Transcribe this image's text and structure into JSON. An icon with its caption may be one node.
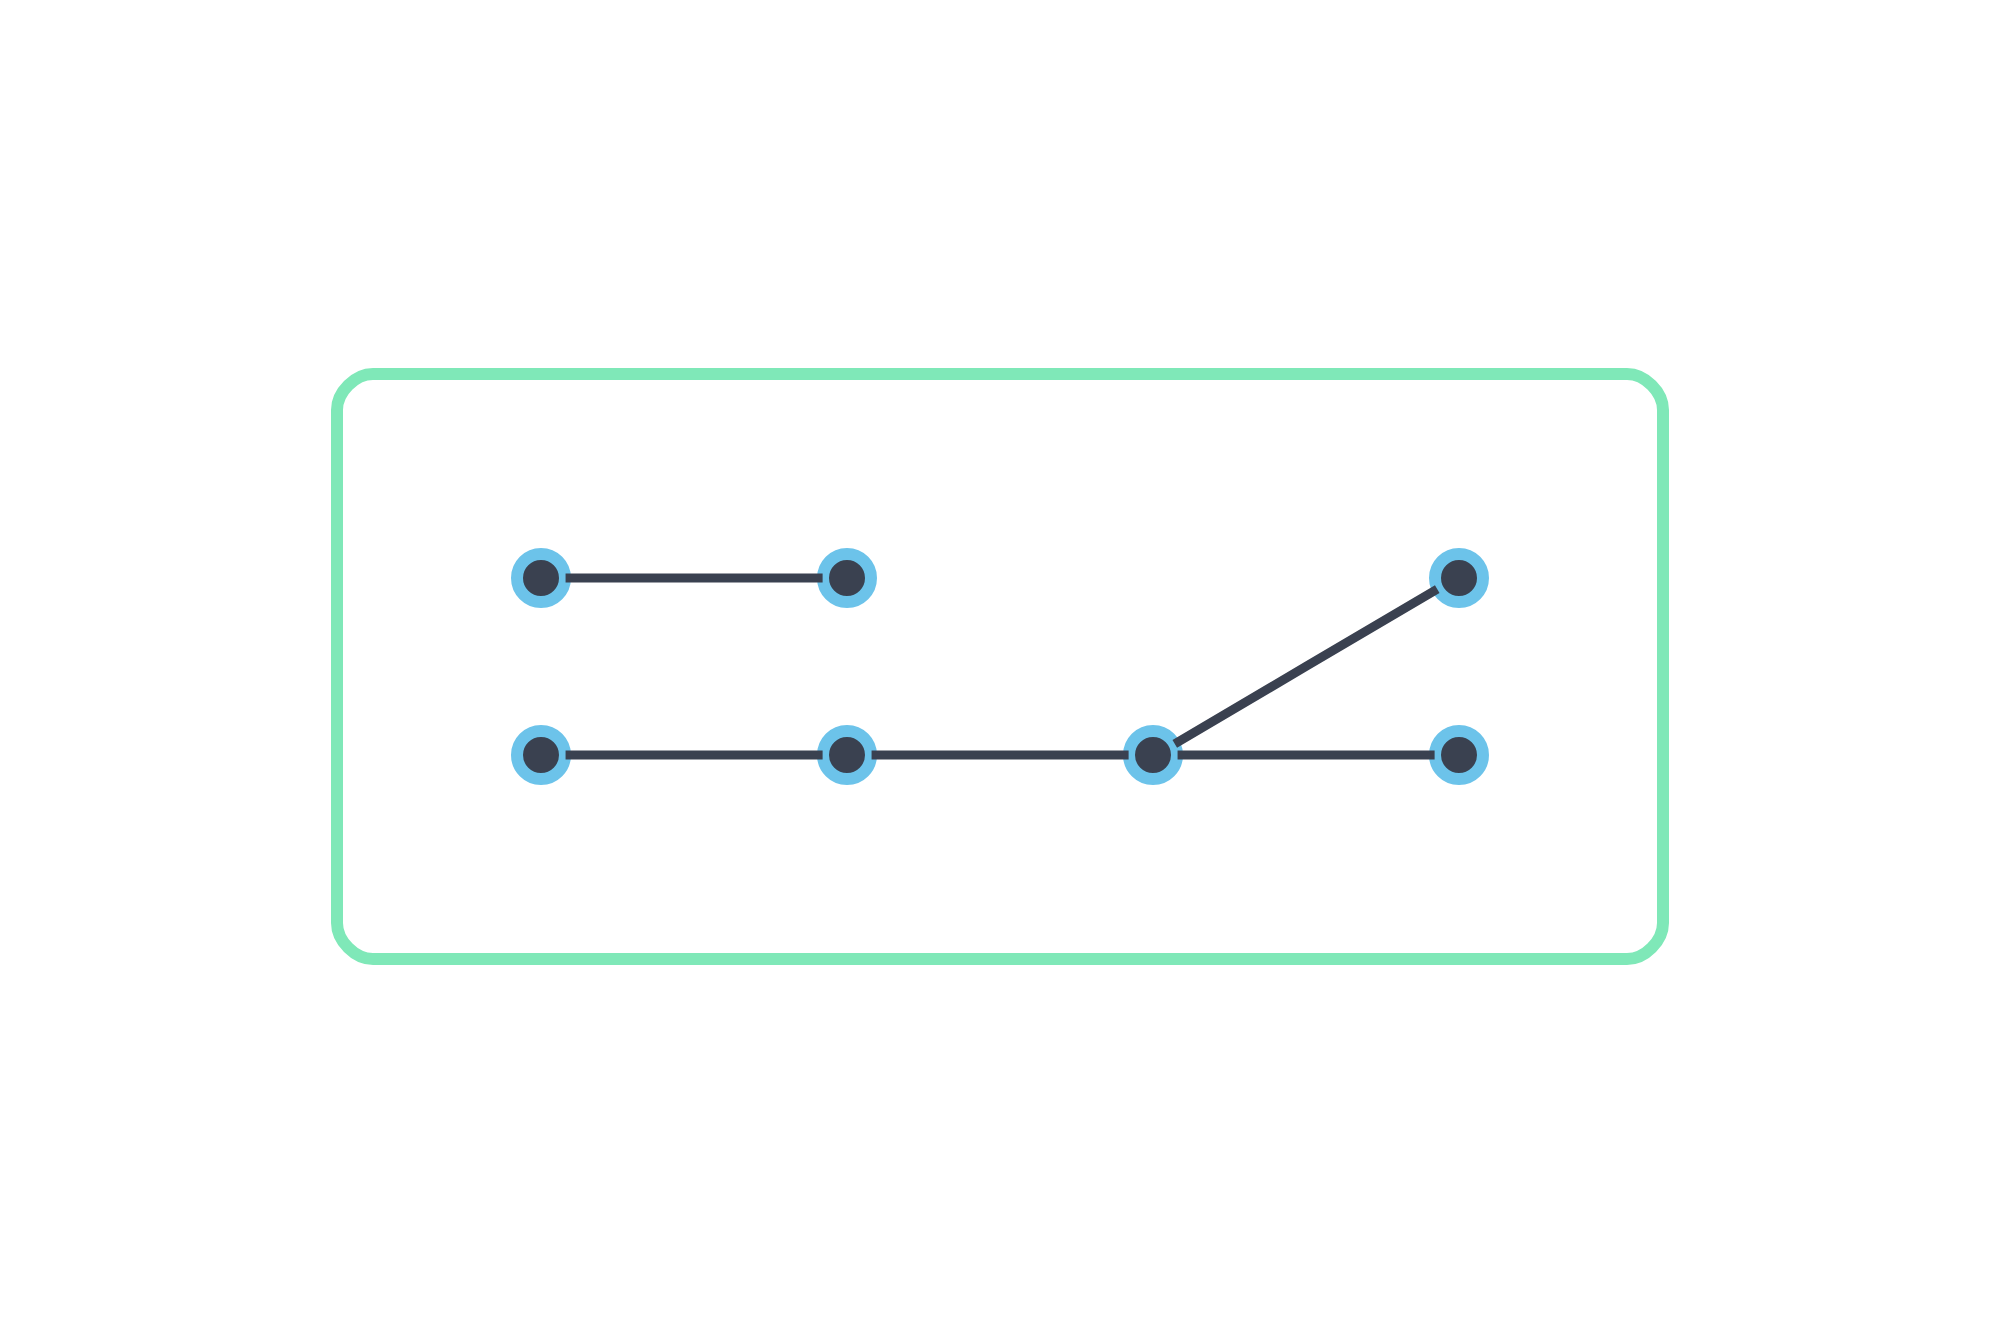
{
  "diagram": {
    "nodes": [
      {
        "text": [],
        "shape": "box"
      },
      {
        "text": [],
        "shape": "circle",
        "in": 0
      },
      {
        "text": [],
        "shape": "circle",
        "in": 0
      },
      {
        "text": [],
        "shape": "circle",
        "in": 0
      },
      {
        "text": [],
        "shape": "circle",
        "in": 0
      },
      {
        "text": [],
        "shape": "circle",
        "in": 0
      },
      {
        "text": [],
        "shape": "circle",
        "in": 0
      },
      {
        "text": [],
        "shape": "circle",
        "in": 0
      }
    ],
    "edges": [
      {
        "from": 1,
        "to": 2,
        "arrow": "none"
      },
      {
        "from": 3,
        "to": 4,
        "arrow": "none"
      },
      {
        "from": 4,
        "to": 5,
        "arrow": "none"
      },
      {
        "from": 5,
        "to": 6,
        "arrow": "none"
      },
      {
        "from": 5,
        "to": 7,
        "arrow": "none"
      }
    ]
  }
}
